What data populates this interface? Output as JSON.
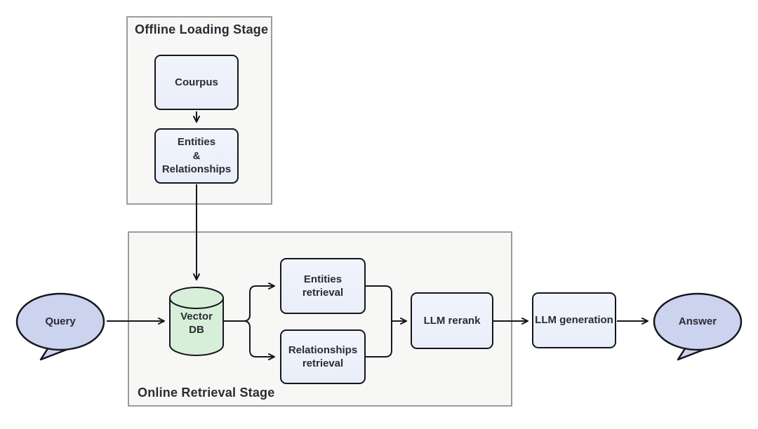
{
  "diagram": {
    "offline_stage": {
      "title": "Offline Loading Stage",
      "corpus_label": "Courpus",
      "entities_relationships_lines": [
        "Entities",
        "&",
        "Relationships"
      ]
    },
    "online_stage": {
      "title": "Online Retrieval Stage",
      "vector_db_lines": [
        "Vector",
        "DB"
      ],
      "entities_retrieval_lines": [
        "Entities",
        "retrieval"
      ],
      "relationships_retrieval_lines": [
        "Relationships",
        "retrieval"
      ],
      "llm_rerank_label": "LLM rerank"
    },
    "query_label": "Query",
    "llm_generation_label": "LLM generation",
    "answer_label": "Answer"
  },
  "colors": {
    "node_fill_top": "#f1f4fc",
    "node_fill_bottom": "#e9eef9",
    "node_border": "#16161d",
    "stage_fill": "#f7f7f6",
    "stage_border": "#9c9c9c",
    "db_fill": "#d7efd9",
    "bubble_fill": "#ccd3ef",
    "text": "#2b2b33",
    "arrow": "#16161d"
  }
}
